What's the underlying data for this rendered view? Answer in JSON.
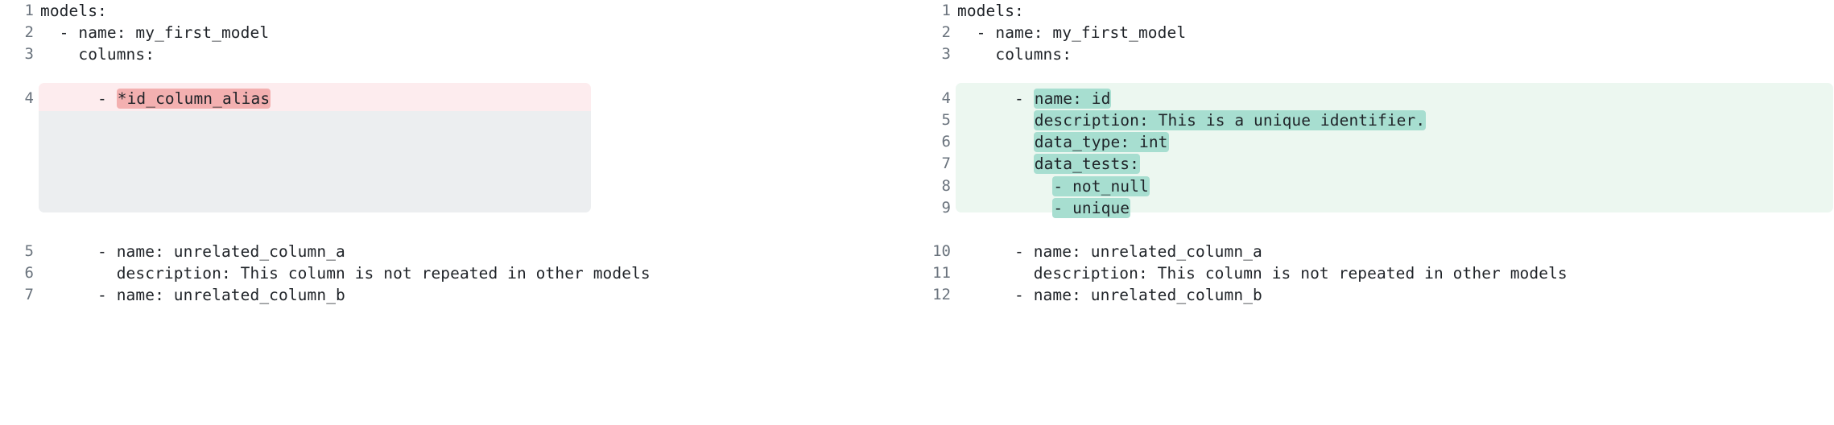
{
  "view": {
    "kind": "side-by-side-diff",
    "language": "yaml"
  },
  "colors": {
    "delete_line_tint": "#fdecee",
    "delete_word_chip": "#f3b0b0",
    "add_line_tint": "#ecf7f0",
    "add_word_chip": "#a7ded0",
    "gray_filler": "#eceef0",
    "line_number": "#6a737d",
    "code_text": "#1f2328",
    "background": "#ffffff"
  },
  "left_pane": {
    "label": "before",
    "lines": [
      {
        "no": "1",
        "prefix": "",
        "chip": "",
        "suffix": "models:",
        "type": "context"
      },
      {
        "no": "2",
        "prefix": "",
        "chip": "",
        "suffix": "  - name: my_first_model",
        "type": "context"
      },
      {
        "no": "3",
        "prefix": "",
        "chip": "",
        "suffix": "    columns:",
        "type": "context"
      },
      {
        "no": "",
        "prefix": "",
        "chip": "",
        "suffix": "",
        "type": "spacer"
      },
      {
        "no": "4",
        "prefix": "      - ",
        "chip": "*id_column_alias",
        "suffix": "",
        "type": "delete"
      },
      {
        "no": "",
        "prefix": "",
        "chip": "",
        "suffix": "",
        "type": "filler"
      },
      {
        "no": "",
        "prefix": "",
        "chip": "",
        "suffix": "",
        "type": "filler"
      },
      {
        "no": "",
        "prefix": "",
        "chip": "",
        "suffix": "",
        "type": "filler"
      },
      {
        "no": "",
        "prefix": "",
        "chip": "",
        "suffix": "",
        "type": "filler"
      },
      {
        "no": "",
        "prefix": "",
        "chip": "",
        "suffix": "",
        "type": "filler"
      },
      {
        "no": "",
        "prefix": "",
        "chip": "",
        "suffix": "",
        "type": "spacer"
      },
      {
        "no": "5",
        "prefix": "",
        "chip": "",
        "suffix": "      - name: unrelated_column_a",
        "type": "context"
      },
      {
        "no": "6",
        "prefix": "",
        "chip": "",
        "suffix": "        description: This column is not repeated in other models",
        "type": "context"
      },
      {
        "no": "7",
        "prefix": "",
        "chip": "",
        "suffix": "      - name: unrelated_column_b",
        "type": "context"
      }
    ]
  },
  "right_pane": {
    "label": "after",
    "lines": [
      {
        "no": "1",
        "prefix": "",
        "chip": "",
        "suffix": "models:",
        "type": "context"
      },
      {
        "no": "2",
        "prefix": "",
        "chip": "",
        "suffix": "  - name: my_first_model",
        "type": "context"
      },
      {
        "no": "3",
        "prefix": "",
        "chip": "",
        "suffix": "    columns:",
        "type": "context"
      },
      {
        "no": "",
        "prefix": "",
        "chip": "",
        "suffix": "",
        "type": "spacer"
      },
      {
        "no": "4",
        "prefix": "      - ",
        "chip": "name: id",
        "suffix": "",
        "type": "add"
      },
      {
        "no": "5",
        "prefix": "        ",
        "chip": "description: This is a unique identifier.",
        "suffix": "",
        "type": "add"
      },
      {
        "no": "6",
        "prefix": "        ",
        "chip": "data_type: int",
        "suffix": "",
        "type": "add"
      },
      {
        "no": "7",
        "prefix": "        ",
        "chip": "data_tests:",
        "suffix": "",
        "type": "add"
      },
      {
        "no": "8",
        "prefix": "          ",
        "chip": "- not_null",
        "suffix": "",
        "type": "add"
      },
      {
        "no": "9",
        "prefix": "          ",
        "chip": "- unique",
        "suffix": "",
        "type": "add"
      },
      {
        "no": "",
        "prefix": "",
        "chip": "",
        "suffix": "",
        "type": "spacer"
      },
      {
        "no": "10",
        "prefix": "",
        "chip": "",
        "suffix": "      - name: unrelated_column_a",
        "type": "context"
      },
      {
        "no": "11",
        "prefix": "",
        "chip": "",
        "suffix": "        description: This column is not repeated in other models",
        "type": "context"
      },
      {
        "no": "12",
        "prefix": "",
        "chip": "",
        "suffix": "      - name: unrelated_column_b",
        "type": "context"
      }
    ]
  }
}
